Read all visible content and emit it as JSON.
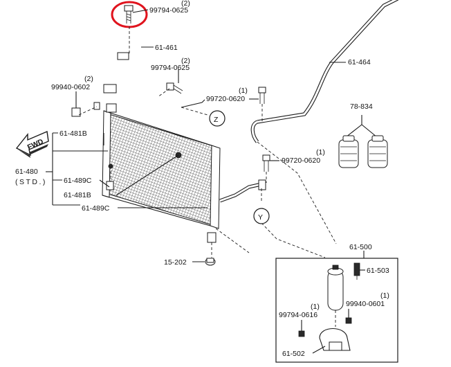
{
  "labels": {
    "qty_top": "(2)",
    "p_99794_0625_top": "99794-0625",
    "p_61_461": "61-461",
    "qty_mid": "(2)",
    "p_99794_0625_mid": "99794-0625",
    "qty_left": "(2)",
    "p_99940_0602": "99940-0602",
    "p_61_464": "61-464",
    "qty_72": "(1)",
    "p_99720_0620_a": "99720-0620",
    "p_78_834": "78-834",
    "fwd": "FWD",
    "p_61_481b_top": "61-481B",
    "qty_72b": "(1)",
    "p_99720_0620_b": "99720-0620",
    "p_61_480": "61-480",
    "std": "(STD.)",
    "p_61_489c_top": "61-489C",
    "p_61_481b_bottom": "61-481B",
    "p_61_489c_bottom": "61-489C",
    "p_15_202": "15-202",
    "p_61_500": "61-500",
    "p_61_503": "61-503",
    "qty_616": "(1)",
    "p_99794_0616": "99794-0616",
    "qty_601": "(1)",
    "p_99940_0601": "99940-0601",
    "p_61_502": "61-502",
    "ref_z": "Z",
    "ref_y": "Y"
  },
  "highlight_color": "#e0141e"
}
